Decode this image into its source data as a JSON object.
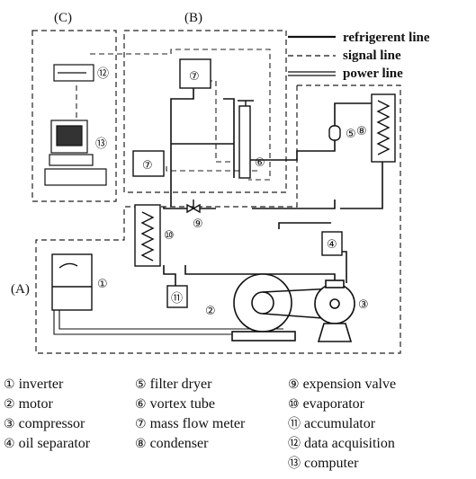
{
  "regions": {
    "a": "(A)",
    "b": "(B)",
    "c": "(C)"
  },
  "legend": [
    {
      "label": "refrigerent line",
      "style": "solid"
    },
    {
      "label": "signal line",
      "style": "dashed"
    },
    {
      "label": "power line",
      "style": "double"
    }
  ],
  "markers": {
    "m1": "①",
    "m2": "②",
    "m3": "③",
    "m4": "④",
    "m5": "⑤",
    "m6": "⑥",
    "m7a": "⑦",
    "m7b": "⑦",
    "m8": "⑧",
    "m9": "⑨",
    "m10": "⑩",
    "m11": "⑪",
    "m12": "⑫",
    "m13": "⑬"
  },
  "components": [
    {
      "num": "①",
      "label": "inverter"
    },
    {
      "num": "②",
      "label": "motor"
    },
    {
      "num": "③",
      "label": "compressor"
    },
    {
      "num": "④",
      "label": "oil separator"
    },
    {
      "num": "⑤",
      "label": "filter dryer"
    },
    {
      "num": "⑥",
      "label": "vortex tube"
    },
    {
      "num": "⑦",
      "label": "mass flow meter"
    },
    {
      "num": "⑧",
      "label": "condenser"
    },
    {
      "num": "⑨",
      "label": "expension valve"
    },
    {
      "num": "⑩",
      "label": "evaporator"
    },
    {
      "num": "⑪",
      "label": "accumulator"
    },
    {
      "num": "⑫",
      "label": "data acquisition"
    },
    {
      "num": "⑬",
      "label": "computer"
    }
  ]
}
